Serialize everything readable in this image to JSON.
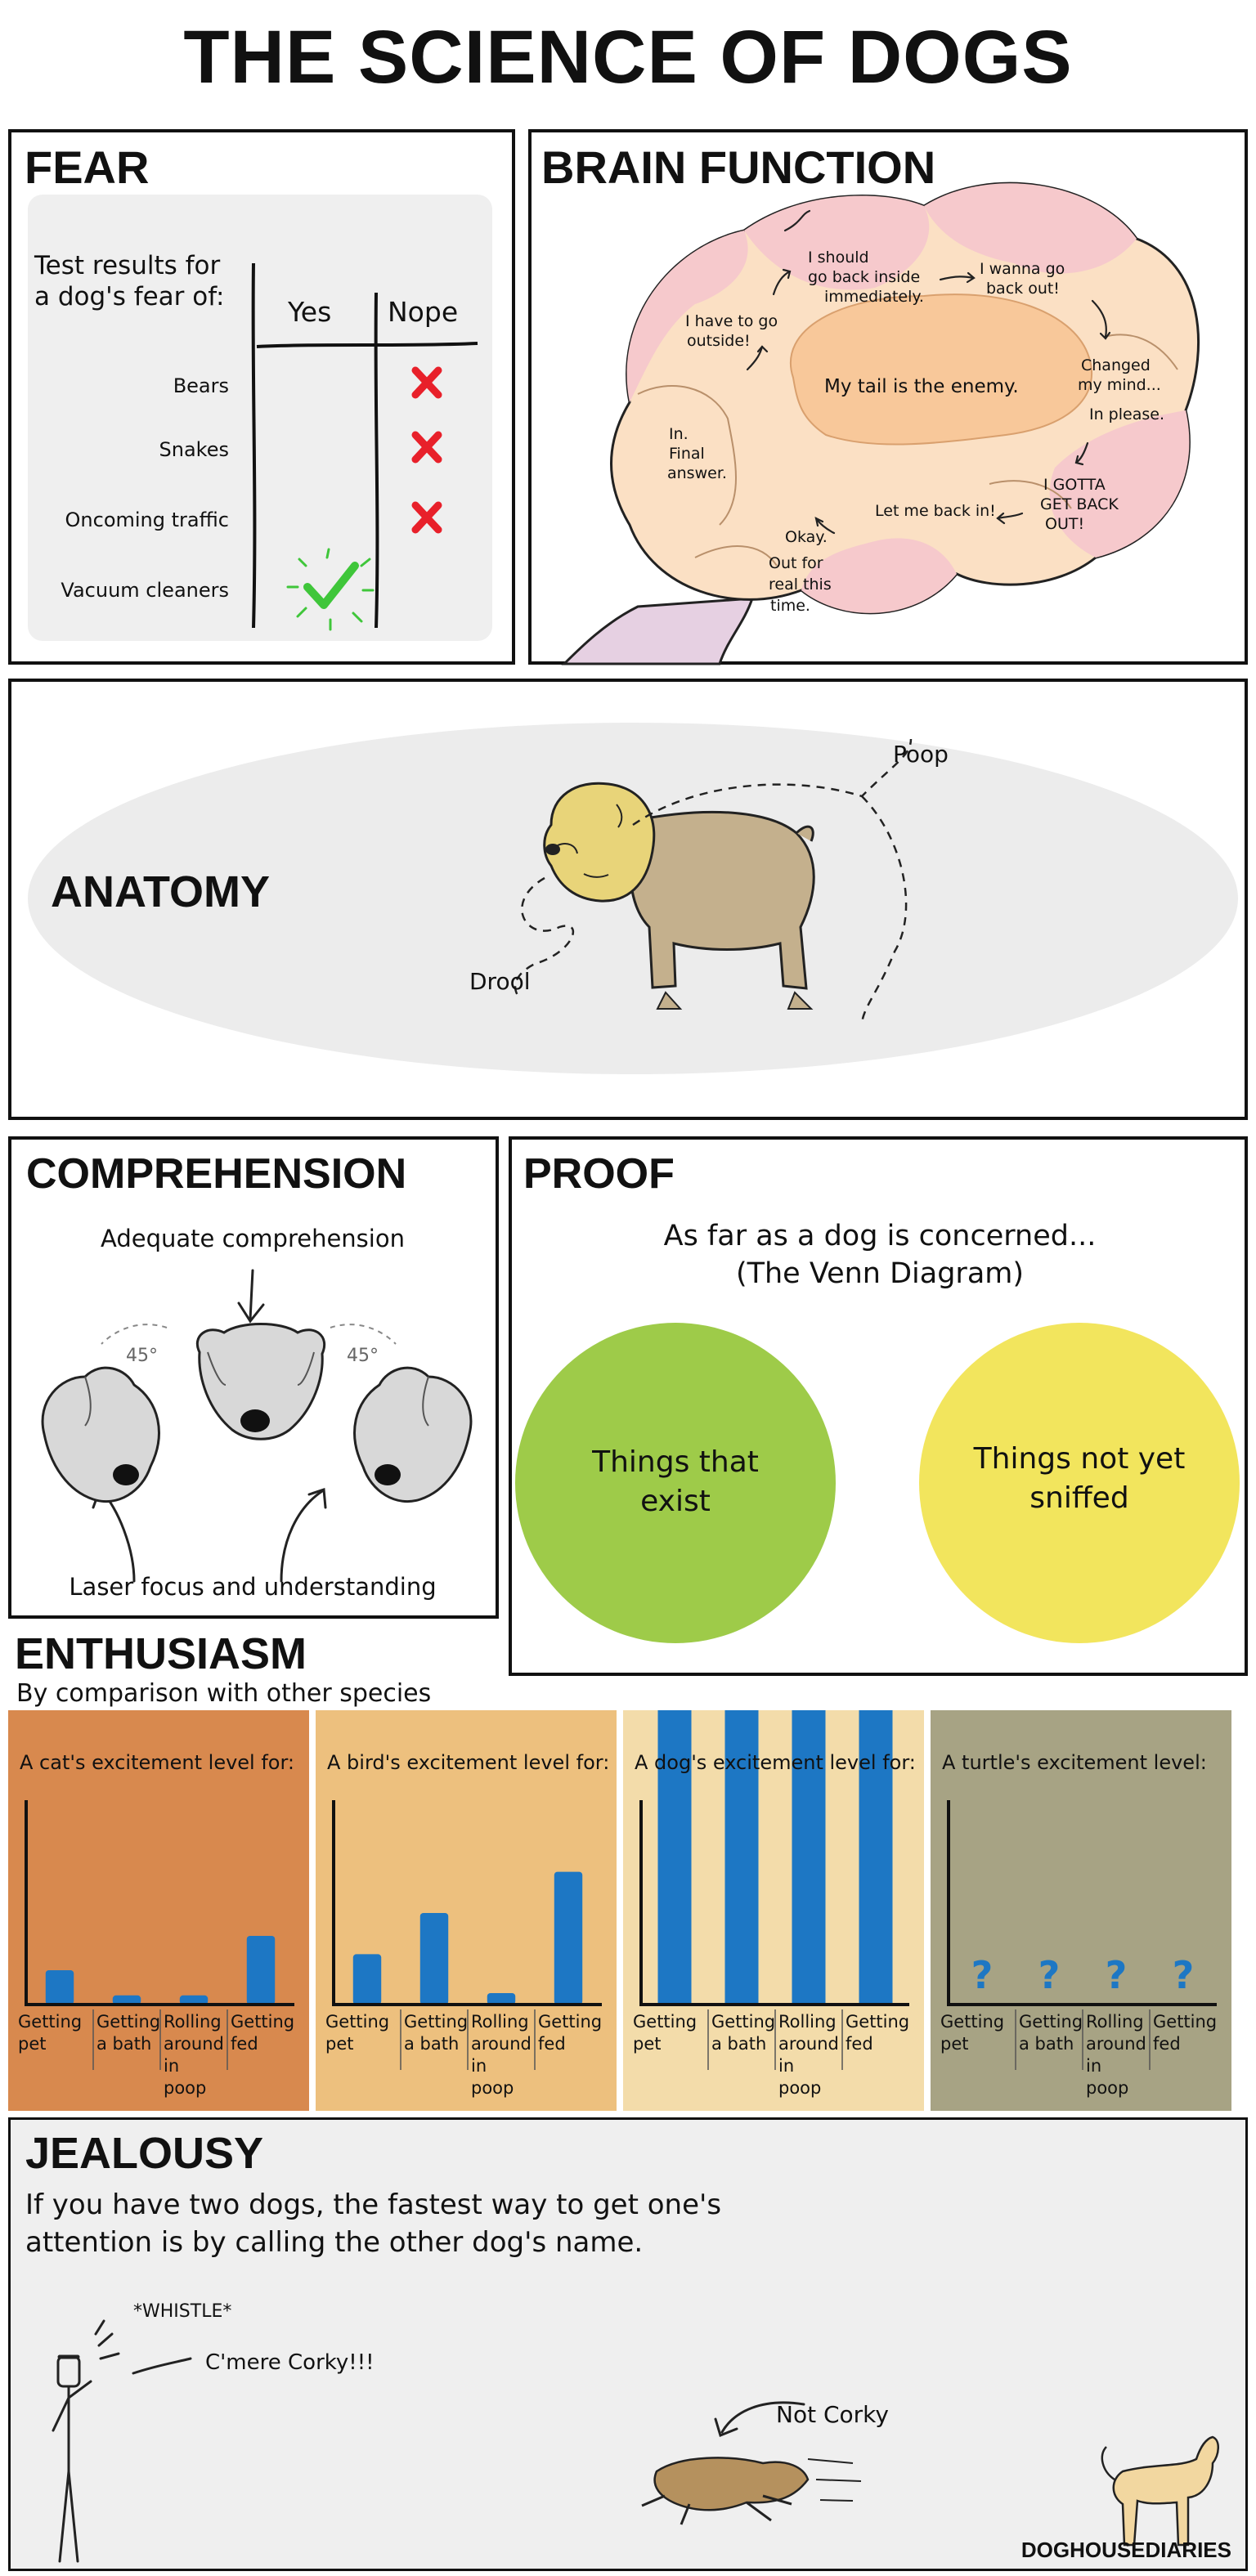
{
  "title": "THE SCIENCE OF DOGS",
  "fear": {
    "heading": "FEAR",
    "intro_line1": "Test results for",
    "intro_line2": "a dog's fear of:",
    "col_yes": "Yes",
    "col_nope": "Nope",
    "rows": [
      {
        "label": "Bears",
        "result": "Nope"
      },
      {
        "label": "Snakes",
        "result": "Nope"
      },
      {
        "label": "Oncoming traffic",
        "result": "Nope"
      },
      {
        "label": "Vacuum cleaners",
        "result": "Yes"
      }
    ],
    "colors": {
      "cross": "#e8202a",
      "check": "#3fc63a",
      "box": "#efefef"
    }
  },
  "brain": {
    "heading": "BRAIN FUNCTION",
    "thoughts": [
      "I should go back inside immediately.",
      "I wanna go back out!",
      "I have to go outside!",
      "Changed my mind...",
      "In please.",
      "My tail is the enemy.",
      "In. Final answer.",
      "I GOTTA GET BACK OUT!",
      "Let me back in!",
      "Okay. Out for real this time."
    ],
    "lines": {
      "should1": "I should",
      "should2": "go back inside",
      "should3": "immediately.",
      "wanna1": "I wanna go",
      "wanna2": "back out!",
      "have1": "I have to go",
      "have2": "outside!",
      "changed1": "Changed",
      "changed2": "my mind...",
      "inplease": "In please.",
      "tail": "My tail is the enemy.",
      "final1": "In.",
      "final2": "Final",
      "final3": "answer.",
      "gotta1": "I GOTTA",
      "gotta2": "GET BACK",
      "gotta3": "OUT!",
      "letme": "Let me back in!",
      "okay1": "Okay.",
      "okay2": "Out for",
      "okay3": "real this",
      "okay4": "time."
    },
    "colors": {
      "pink": "#f6c9cc",
      "peach": "#fbe0c4",
      "orange": "#f8c89a",
      "stem": "#e6d0e2"
    }
  },
  "anatomy": {
    "heading": "ANATOMY",
    "label_poop": "Poop",
    "label_drool": "Drool",
    "colors": {
      "ellipse": "#ececec",
      "head": "#e8d479",
      "body": "#c4b08d"
    }
  },
  "comprehension": {
    "heading": "COMPREHENSION",
    "top_label": "Adequate comprehension",
    "bottom_label": "Laser focus and understanding",
    "angle_left": "45°",
    "angle_right": "45°"
  },
  "proof": {
    "heading": "PROOF",
    "subtitle1": "As far as a dog is concerned...",
    "subtitle2": "(The Venn Diagram)",
    "circle_left_line1": "Things that",
    "circle_left_line2": "exist",
    "circle_right_line1": "Things not yet",
    "circle_right_line2": "sniffed",
    "colors": {
      "left": "#9ecb49",
      "right": "#f2e55d"
    }
  },
  "enthusiasm": {
    "heading": "ENTHUSIASM",
    "subheading": "By comparison with other species",
    "categories": [
      "Getting pet",
      "Getting a bath",
      "Rolling around in poop",
      "Getting fed"
    ],
    "category_lines": [
      [
        "Getting",
        "pet"
      ],
      [
        "Getting",
        "a bath"
      ],
      [
        "Rolling",
        "around",
        "in poop"
      ],
      [
        "Getting",
        "fed"
      ]
    ],
    "bar_color": "#1d77c4",
    "question_mark": "?"
  },
  "chart_data": [
    {
      "type": "bar",
      "title": "A cat's excitement level for:",
      "categories": [
        "Getting pet",
        "Getting a bath",
        "Rolling around in poop",
        "Getting fed"
      ],
      "values": [
        15,
        4,
        4,
        30
      ],
      "ylim": [
        0,
        100
      ],
      "xlabel": "",
      "ylabel": "",
      "background": "#d8894e"
    },
    {
      "type": "bar",
      "title": "A bird's excitement level for:",
      "categories": [
        "Getting pet",
        "Getting a bath",
        "Rolling around in poop",
        "Getting fed"
      ],
      "values": [
        22,
        40,
        5,
        58
      ],
      "ylim": [
        0,
        100
      ],
      "xlabel": "",
      "ylabel": "",
      "background": "#edc07e"
    },
    {
      "type": "bar",
      "title": "A dog's excitement level for:",
      "categories": [
        "Getting pet",
        "Getting a bath",
        "Rolling around in poop",
        "Getting fed"
      ],
      "values": [
        100,
        100,
        100,
        100
      ],
      "ylim": [
        0,
        100
      ],
      "xlabel": "",
      "ylabel": "",
      "background": "#f3dcaa"
    },
    {
      "type": "bar",
      "title": "A turtle's excitement level:",
      "categories": [
        "Getting pet",
        "Getting a bath",
        "Rolling around in poop",
        "Getting fed"
      ],
      "values": [
        null,
        null,
        null,
        null
      ],
      "ylim": [
        0,
        100
      ],
      "xlabel": "",
      "ylabel": "",
      "background": "#a7a384"
    }
  ],
  "jealousy": {
    "heading": "JEALOUSY",
    "line1": "If you have two dogs, the fastest way to get one's",
    "line2": "attention is by calling the other dog's name.",
    "whistle": "*WHISTLE*",
    "call": "C'mere Corky!!!",
    "not_corky": "Not Corky"
  },
  "footer": "DOGHOUSEDIARIES"
}
